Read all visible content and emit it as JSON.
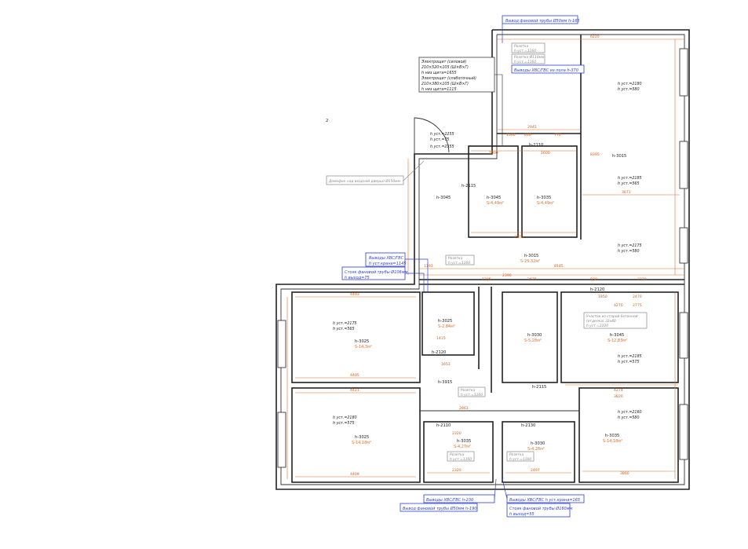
{
  "sheet_label": "2",
  "annotations": {
    "top_pipe": "Вывод фановой трубы Ø50мм h-165",
    "top_hvs": "Выводы ХВС/ГВС из пола h-370",
    "electric": [
      "Электрощит (силовой)",
      "210×520×105 (Ш×В×Г)",
      "h низ щита=1655",
      "Электрощит (слаботочный)",
      "210×380×105 (Ш×В×Г)",
      "h низ щита=1115"
    ],
    "door_video": "Домофон над входной дверью Ø150мм",
    "mid_hvs": "Выводы ХВС/ГВС",
    "mid_hvs_sub": "h уст.крана=1145",
    "mid_fan": "Стояк фановой трубы Ø106мм",
    "mid_fan_sub": "h выход=75",
    "bottom_hvs": "Выводы ХВС/ГВС h-230",
    "bottom_pipe": "Вывод фановой трубы Ø50мм h-190",
    "bottom_right_hvs": "Выводы ХВС/ГВС h уст.крана=165",
    "bottom_right_fan": "Стояк фановой трубы Ø160мм",
    "bottom_right_fan_sub": "h выход=55",
    "gray_notes": [
      "Розетка",
      "h уст.=1160",
      "Розетка Ø110мм",
      "Участок из старой бетонной",
      "(отделка) 32x40",
      "h уст.=2220"
    ]
  },
  "rooms": [
    {
      "name": "h-3015",
      "area": ""
    },
    {
      "name": "h-3045",
      "area": "S-4,49м²"
    },
    {
      "name": "h-3035",
      "area": "S-4,49м²"
    },
    {
      "name": "h-3045",
      "area": ""
    },
    {
      "name": "h-3015",
      "area": "S-25,32м²"
    },
    {
      "name": "h-3025",
      "area": "S-14,3м²"
    },
    {
      "name": "h-3025",
      "area": "S-2,84м²"
    },
    {
      "name": "h-3030",
      "area": "S-5,28м²"
    },
    {
      "name": "h-3045",
      "area": "S-12,83м²"
    },
    {
      "name": "h-3915",
      "area": ""
    },
    {
      "name": "h-3025",
      "area": "S-14,18м²"
    },
    {
      "name": "h-3035",
      "area": "S-4,27м²"
    },
    {
      "name": "h-3030",
      "area": "S-4,28м²"
    },
    {
      "name": "h-3035",
      "area": "S-14,18м²"
    }
  ],
  "ceiling_marks": [
    "h-2110",
    "h-2115",
    "h-2120",
    "h-2120",
    "h-2115",
    "h-2110",
    "h-2130"
  ],
  "dims": [
    "6220",
    "2945",
    "1560",
    "610",
    "770",
    "1600",
    "1600",
    "2570",
    "8145",
    "3673",
    "4403",
    "4405",
    "4421",
    "4409",
    "1850",
    "2470",
    "2390",
    "1653",
    "2863",
    "2320",
    "2320",
    "2497",
    "3820",
    "3860",
    "1205",
    "1193",
    "2675",
    "930",
    "2370",
    "8395",
    "4270",
    "4274",
    "2775",
    "1415"
  ],
  "light_points": [
    {
      "a": "h уст.=2180",
      "b": "h уст.=580"
    },
    {
      "a": "h уст.=2185",
      "b": "h уст.=565"
    },
    {
      "a": "h уст.=2175",
      "b": "h уст.=580"
    },
    {
      "a": "h уст.=2175",
      "b": "h уст.=565"
    },
    {
      "a": "h уст.=2185",
      "b": "h уст.=575"
    },
    {
      "a": "h уст.=2180",
      "b": "h уст.=575"
    },
    {
      "a": "h уст.=2160",
      "b": "h уст.=580"
    }
  ],
  "door_marks": {
    "a": "h уст.=2255",
    "b": "h уст.=75",
    "c": "h уст.=2355"
  }
}
